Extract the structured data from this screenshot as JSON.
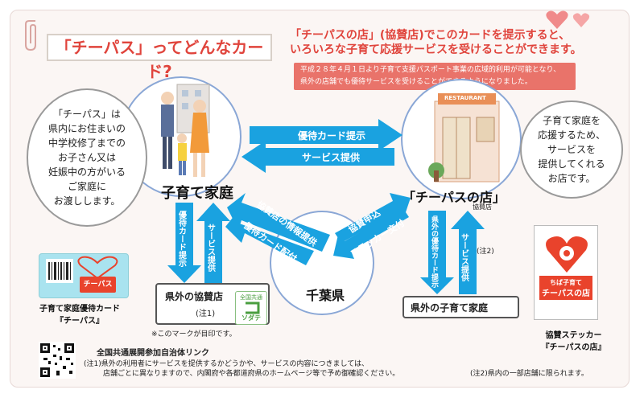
{
  "header": {
    "title": "「チーパス」ってどんなカード?"
  },
  "lead": {
    "headline_line1": "「チーパスの店」(協賛店)でこのカードを提示すると、",
    "headline_line2": "いろいろな子育て応援サービスを受けることができます。",
    "note_line1": "平成２８年４月１日より子育て支援パスポート事業の広域的利用が可能となり、",
    "note_line2": "県外の店舗でも優待サービスを受けることができるようになりました。"
  },
  "bubble_left": {
    "lines": [
      "「チーパス」は",
      "県内にお住まいの",
      "中学校修了までの",
      "お子さん又は",
      "妊娠中の方がいる",
      "ご家庭に",
      "お渡しします。"
    ]
  },
  "bubble_right": {
    "lines": [
      "子育て家庭を",
      "応援するため、",
      "サービスを",
      "提供してくれる",
      "お店です。"
    ]
  },
  "nodes": {
    "family": "子育て家庭",
    "store": "「チーパスの店」",
    "store_sub": "協賛店",
    "chiba": "千葉県"
  },
  "arrows": {
    "present_card": "優待カード提示",
    "provide_service": "サービス提供",
    "partner_info": "協賛店の情報提供",
    "card_distribution": "優待カード配付",
    "apply_partner": "協賛申込",
    "sticker_delivery": "ステッカー交付",
    "left_down": "優待カード提示",
    "left_up": "サービス提供",
    "right_down": "県外の優待カード提示",
    "right_up": "サービス提供"
  },
  "boxes": {
    "out_of_pref_partners": "県外の協賛店",
    "note1_marker": "(注1)",
    "out_of_pref_families": "県外の子育て家庭",
    "note2_marker": "(注2)",
    "mark_note": "※このマークが目印です。"
  },
  "logo": {
    "top_text": "全国共通",
    "bottom_text": "ソダテ"
  },
  "card": {
    "title": "チーパス",
    "caption_line1": "子育て家庭優待カード",
    "caption_line2": "『チーパス』"
  },
  "sticker": {
    "band_line1": "ちば子育て",
    "band_line2": "チーパスの店",
    "caption_line1": "協賛ステッカー",
    "caption_line2": "『チーパスの店』"
  },
  "footer": {
    "link_title": "全国共通展開参加自治体リンク",
    "note1_line1": "(注1)県外の利用者にサービスを提供するかどうかや、サービスの内容につきましては、",
    "note1_line2": "店舗ごとに異なりますので、内閣府や各都道府県のホームページ等で予め御確認ください。",
    "note2": "(注2)県内の一部店舗に限られます。"
  },
  "colors": {
    "accent_red": "#e0443c",
    "arrow_blue": "#1aa2e0",
    "ring_blue": "#8aa7d6",
    "note_band": "#e9736a",
    "heart_pink": "#f08a8a"
  }
}
